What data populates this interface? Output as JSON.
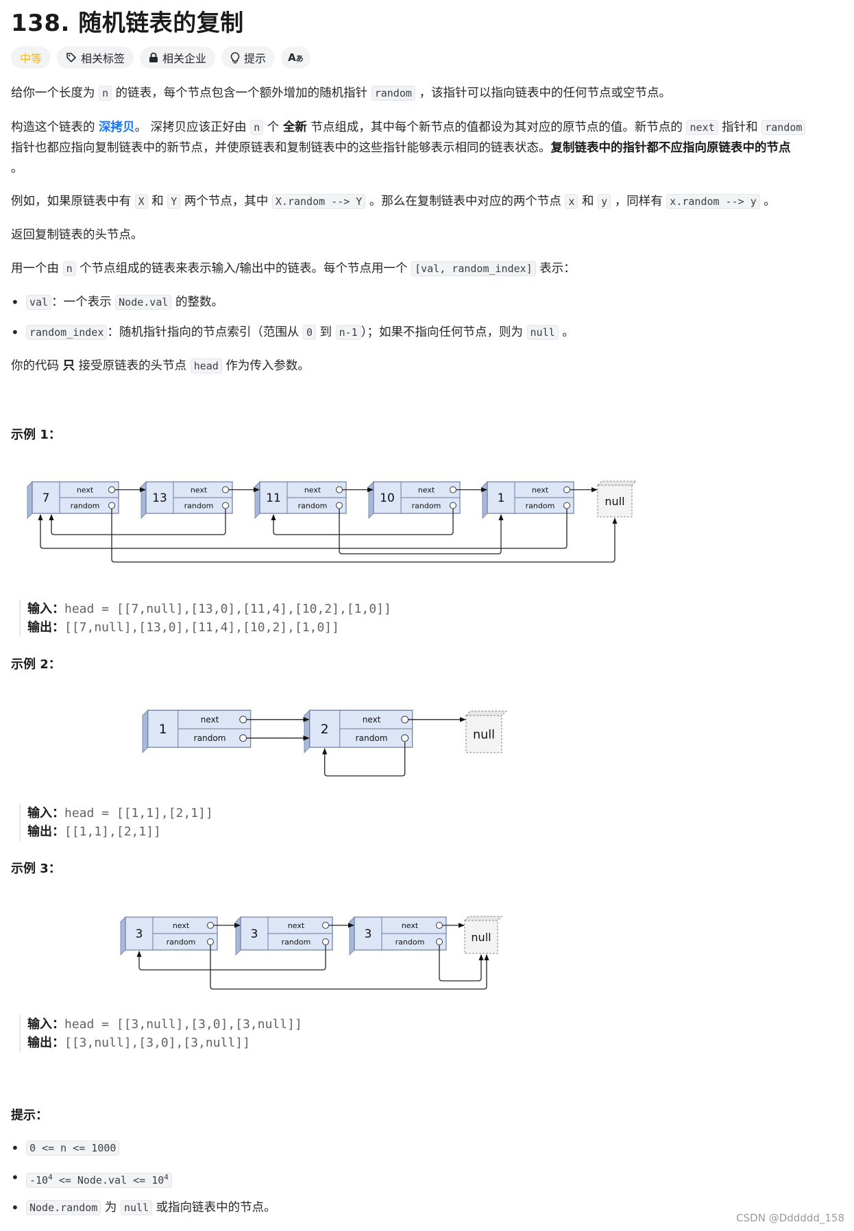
{
  "problem": {
    "title": "138. 随机链表的复制",
    "difficulty": "中等",
    "tags": [
      {
        "label": "相关标签",
        "icon": "tag-icon"
      },
      {
        "label": "相关企业",
        "icon": "lock-icon"
      },
      {
        "label": "提示",
        "icon": "lightbulb-icon"
      },
      {
        "label": "Aあ",
        "icon": "translate-icon"
      }
    ]
  },
  "desc": {
    "p1": [
      "给你一个长度为 ",
      "n",
      " 的链表，每个节点包含一个额外增加的随机指针 ",
      "random",
      " ，该指针可以指向链表中的任何节点或空节点。"
    ],
    "p2_a": "构造这个链表的 ",
    "p2_link": "深拷贝",
    "p2_b": "。 深拷贝应该正好由 ",
    "p2_n": "n",
    "p2_c": " 个 ",
    "p2_bold": "全新",
    "p2_d": " 节点组成，其中每个新节点的值都设为其对应的原节点的值。新节点的 ",
    "p2_next": "next",
    "p2_e": " 指针和 ",
    "p2_random": "random",
    "p2_f": "指针也都应指向复制链表中的新节点，并使原链表和复制链表中的这些指针能够表示相同的链表状态。",
    "p2_bold2": "复制链表中的指针都不应指向原链表中的节点",
    "p2_g": "。",
    "p3": [
      "例如，如果原链表中有 ",
      "X",
      " 和 ",
      "Y",
      " 两个节点，其中 ",
      "X.random --> Y",
      " 。那么在复制链表中对应的两个节点 ",
      "x",
      " 和 ",
      "y",
      " ，同样有 ",
      "x.random --> y",
      " 。"
    ],
    "p4": "返回复制链表的头节点。",
    "p5": [
      "用一个由 ",
      "n",
      " 个节点组成的链表来表示输入/输出中的链表。每个节点用一个 ",
      "[val, random_index]",
      " 表示："
    ],
    "li1": [
      "val",
      "：一个表示 ",
      "Node.val",
      " 的整数。"
    ],
    "li2": [
      "random_index",
      "：随机指针指向的节点索引（范围从 ",
      "0",
      " 到 ",
      "n-1",
      "）；如果不指向任何节点，则为  ",
      "null",
      " 。"
    ],
    "p6": [
      "你的代码 ",
      "只",
      " 接受原链表的头节点 ",
      "head",
      " 作为传入参数。"
    ]
  },
  "examples": [
    {
      "heading": "示例 1：",
      "input_label": "输入：",
      "input": "head = [[7,null],[13,0],[11,4],[10,2],[1,0]]",
      "output_label": "输出：",
      "output": "[[7,null],[13,0],[11,4],[10,2],[1,0]]",
      "nodes": [
        "7",
        "13",
        "11",
        "10",
        "1"
      ]
    },
    {
      "heading": "示例 2：",
      "input_label": "输入：",
      "input": "head = [[1,1],[2,1]]",
      "output_label": "输出：",
      "output": "[[1,1],[2,1]]",
      "nodes": [
        "1",
        "2"
      ]
    },
    {
      "heading": "示例 3：",
      "input_label": "输入：",
      "input": "head = [[3,null],[3,0],[3,null]]",
      "output_label": "输出：",
      "output": "[[3,null],[3,0],[3,null]]",
      "nodes": [
        "3",
        "3",
        "3"
      ]
    }
  ],
  "diagram_labels": {
    "next": "next",
    "random": "random",
    "null": "null"
  },
  "hints": {
    "heading": "提示：",
    "h1": "0 <= n <= 1000",
    "h2_a": "-10",
    "h2_exp1": "4",
    "h2_b": " <= Node.val <= 10",
    "h2_exp2": "4",
    "h3": [
      "Node.random",
      " 为 ",
      "null",
      " 或指向链表中的节点。"
    ]
  },
  "watermark": "CSDN @Dddddd_158"
}
